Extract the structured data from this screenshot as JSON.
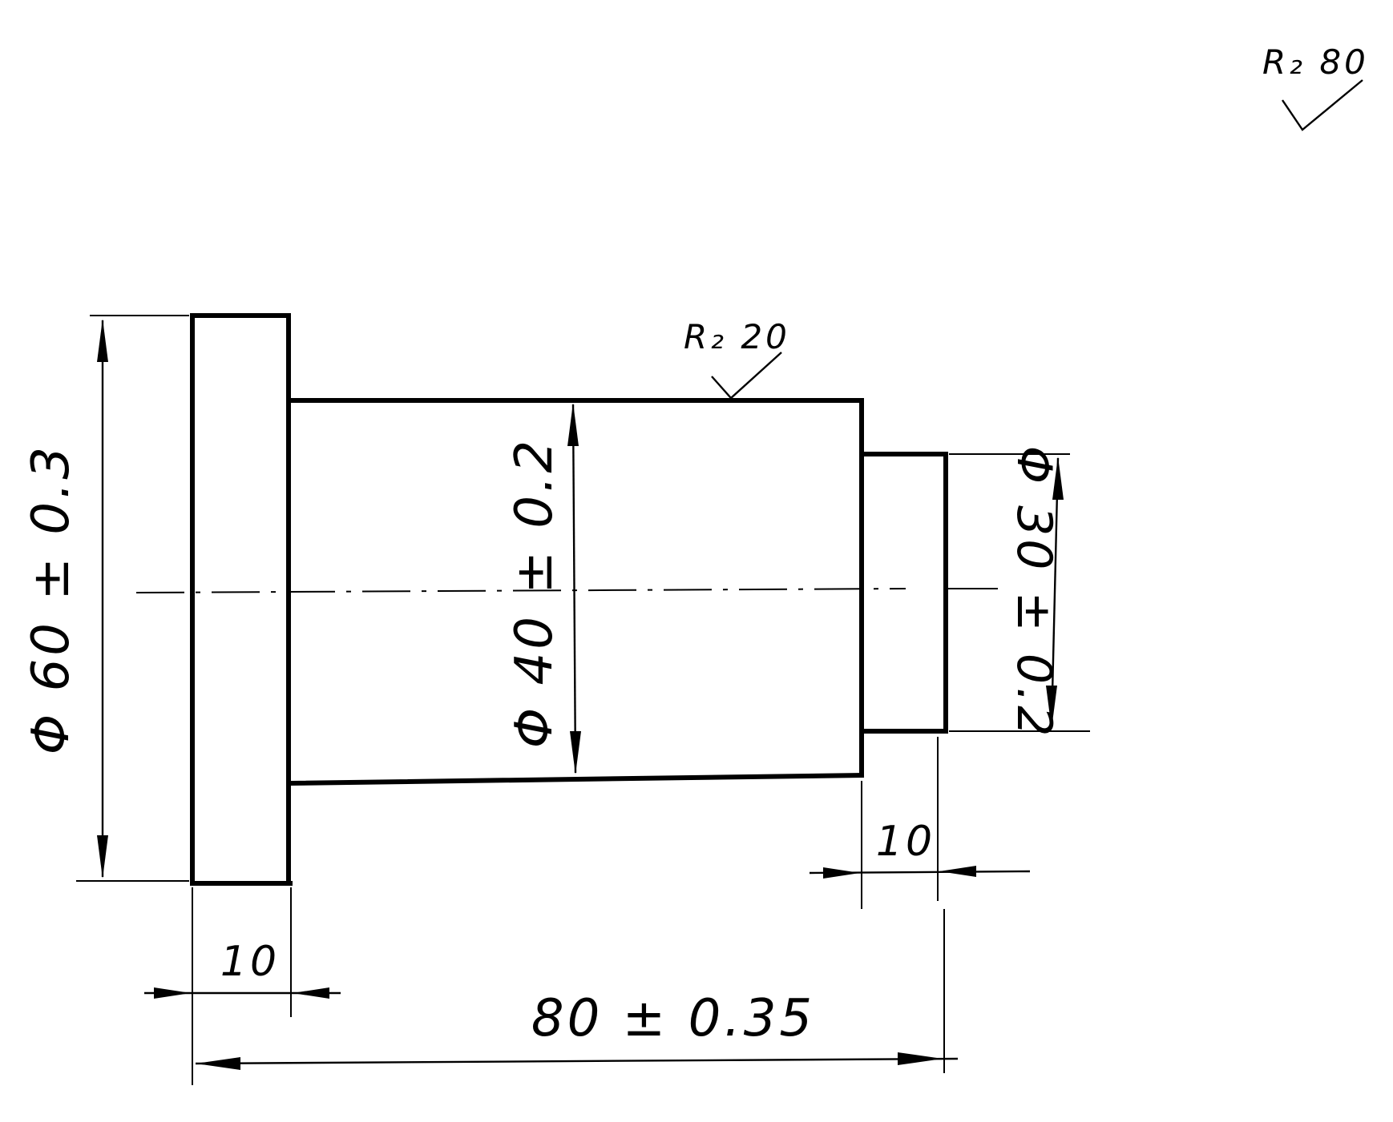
{
  "drawing": {
    "surface_finish_general": "R₂ 80",
    "surface_finish_mid": "R₂ 20",
    "dims": {
      "dia_flange": "Φ 60 ± 0.3",
      "dia_middle": "Φ 40 ± 0.2",
      "dia_end": "Φ 30 ± 0.2",
      "len_flange": "10",
      "len_end": "10",
      "len_total": "80 ± 0.35"
    }
  }
}
